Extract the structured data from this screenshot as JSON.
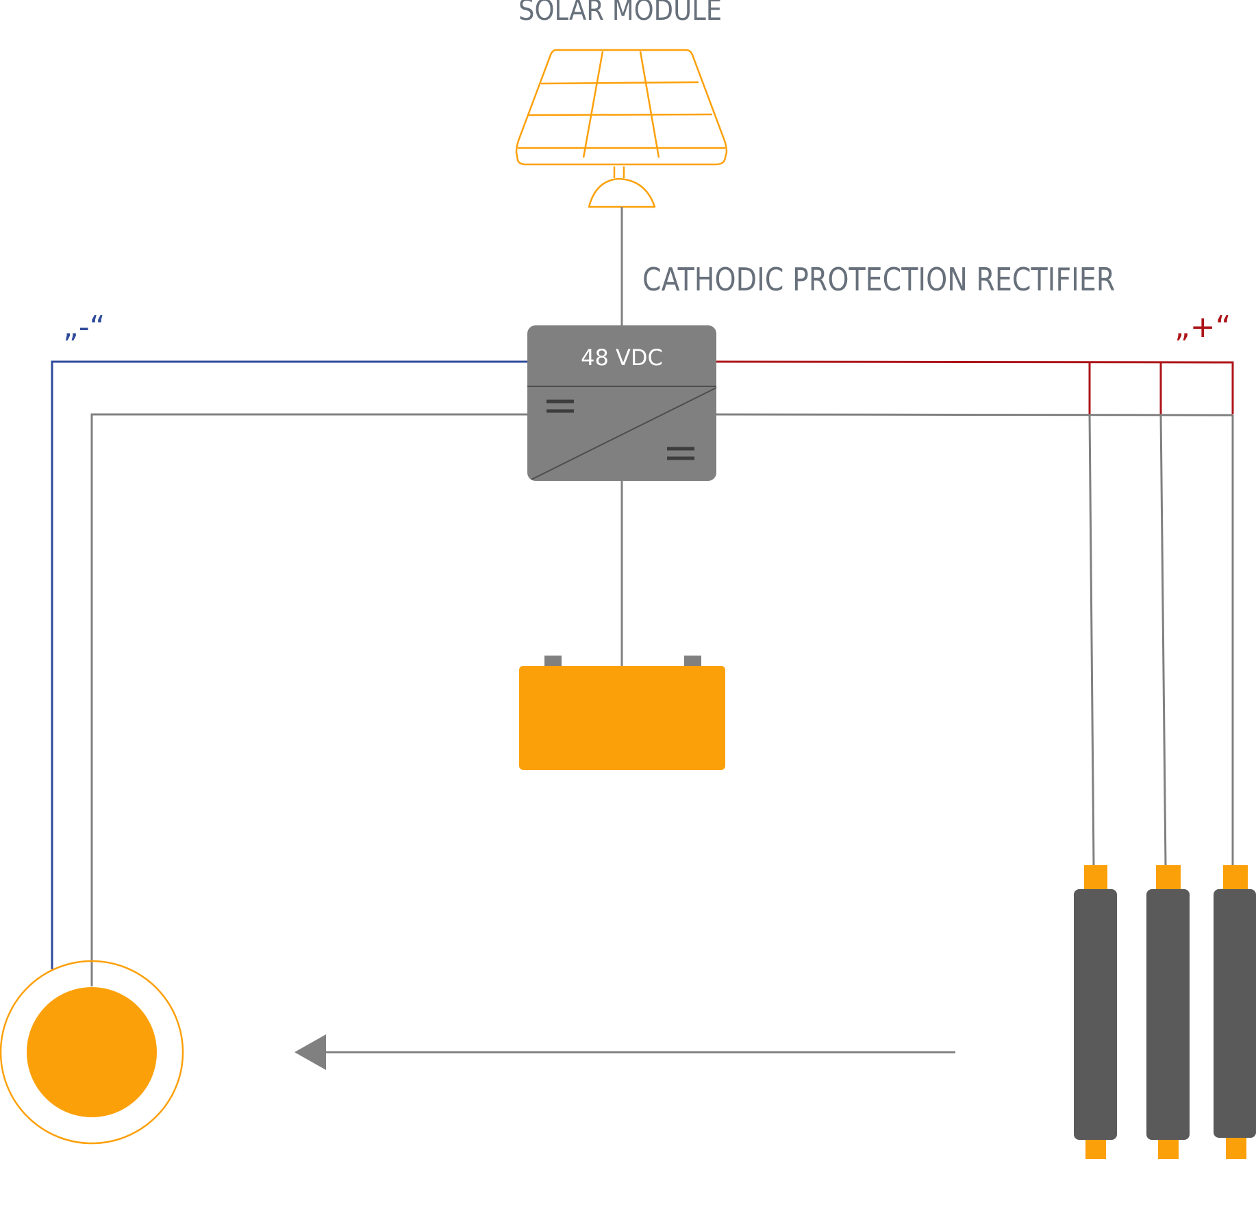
{
  "labels": {
    "solar_module": "SOLAR MODULE",
    "rectifier": "CATHODIC PROTECTION RECTIFIER",
    "voltage": "48 VDC",
    "negative": "„-“",
    "positive": "„+“"
  },
  "colors": {
    "accent_orange": "#fca009",
    "wire_gray": "#808080",
    "rectifier_gray": "#808080",
    "anode_gray": "#5a5a5a",
    "negative_blue": "#2e4a9a",
    "positive_red": "#ad1519",
    "label_gray": "#67707b"
  }
}
